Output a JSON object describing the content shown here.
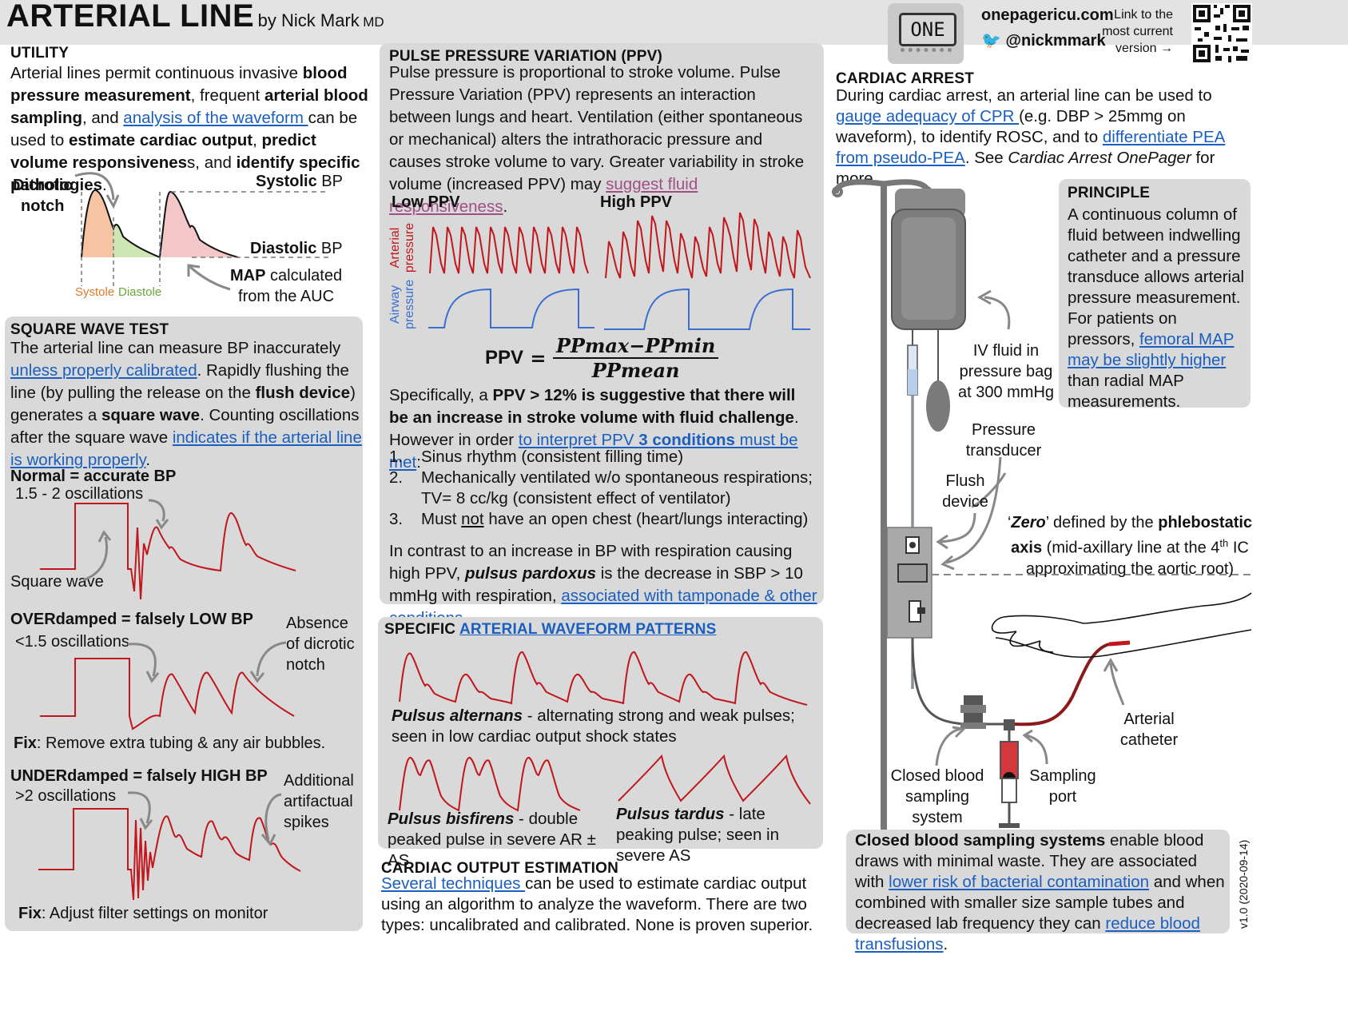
{
  "header": {
    "title": "ARTERIAL LINE",
    "byline": "by Nick Mark",
    "credential": "MD",
    "logo_text": "ONE",
    "site": "onepagericu.com",
    "twitter": "@nickmmark",
    "link_note": [
      "Link to the",
      "most current",
      "version →"
    ]
  },
  "utility": {
    "title": "UTILITY",
    "t1": "Arterial lines permit continuous invasive ",
    "b1": "blood pressure measurement",
    "t2": ", frequent ",
    "b2": "arterial blood sampling",
    "t3": ", and ",
    "link1": "analysis of the waveform ",
    "t4": "can be used to ",
    "b3": "estimate cardiac output",
    "t5": ", ",
    "b4": "predict volume responsivenes",
    "t6": "s, and ",
    "b5": "identify specific pathologies",
    "t7": ".",
    "dicrotic": [
      "Dicrotic",
      "notch"
    ],
    "systolic_b": "Systolic",
    "systolic_t": " BP",
    "diastolic_b": "Diastolic",
    "diastolic_t": " BP",
    "map_b": "MAP",
    "map_t": " calculated",
    "map_t2": "from the AUC",
    "systole": "Systole",
    "diastole": "Diastole"
  },
  "square_wave": {
    "title": "SQUARE WAVE TEST",
    "p1": "The arterial line can measure BP inaccurately ",
    "link1": "unless properly calibrated",
    "p2": ". Rapidly flushing the line (by pulling the release on the ",
    "b1": "flush device",
    "p3": ") generates a ",
    "b2": "square wave",
    "p4": ". Counting oscillations after the square wave ",
    "link2": "indicates if the arterial line is working properly",
    "p5": ".",
    "normal": "Normal = accurate BP",
    "normal_osc": "1.5 - 2 oscillations",
    "square_wave_lbl": "Square wave",
    "over": "OVERdamped = falsely LOW BP",
    "over_osc": "<1.5 oscillations",
    "over_note": [
      "Absence",
      "of dicrotic",
      "notch"
    ],
    "over_fix_b": "Fix",
    "over_fix": ": Remove extra tubing & any air bubbles.",
    "under": "UNDERdamped = falsely HIGH BP",
    "under_osc": ">2 oscillations",
    "under_note": [
      "Additional",
      "artifactual",
      "spikes"
    ],
    "under_fix_b": "Fix",
    "under_fix": ": Adjust filter settings on monitor"
  },
  "ppv": {
    "title": "PULSE PRESSURE VARIATION (PPV)",
    "p1": "Pulse pressure is proportional to stroke volume. Pulse Pressure Variation (PPV) represents an interaction between lungs and heart. Ventilation (either spontaneous or mechanical) alters the intrathoracic pressure and causes stroke volume to vary. Greater variability in stroke volume (increased PPV) may ",
    "link1": "suggest fluid responsiveness",
    "p1_end": ".",
    "low": "Low PPV",
    "high": "High PPV",
    "arterial_lbl": [
      "Arterial",
      "pressure"
    ],
    "airway_lbl": [
      "Airway",
      "pressure"
    ],
    "formula_lhs": "PPV",
    "formula_num": "PPmax−PPmin",
    "formula_den": "PPmean",
    "p2a": "Specifically, a ",
    "p2b": "PPV > 12% is suggestive that there will be an increase in stroke volume with fluid challenge",
    "p2c": ". However in order ",
    "link2a": "to interpret PPV ",
    "link2b": "3 conditions",
    "link2c": " must be met",
    "p2d": ":",
    "conditions": [
      {
        "n": "1.",
        "t": "Sinus rhythm (consistent filling time)"
      },
      {
        "n": "2.",
        "t": "Mechanically ventilated w/o spontaneous respirations; TV= 8 cc/kg (consistent effect of ventilator)"
      },
      {
        "n": "3.",
        "t1": "Must ",
        "u": "not",
        "t2": " have an open chest (heart/lungs interacting)"
      }
    ],
    "p3a": "In contrast to an increase in BP with respiration causing high PPV, ",
    "p3b": "pulsus pardoxus",
    "p3c": " is the decrease in SBP > 10 mmHg with respiration, ",
    "link3": "associated with tamponade & other conditions",
    "p3d": "."
  },
  "patterns": {
    "title_a": "SPECIFIC ",
    "title_link": "ARTERIAL  WAVEFORM PATTERNS",
    "alternans_b": "Pulsus alternans",
    "alternans_t": "  - alternating strong and weak pulses; seen in low cardiac output shock states",
    "bisfiens_b": "Pulsus bisfirens",
    "bisfiens_t": "  - double peaked pulse in severe AR ± AS",
    "tardus_b": "Pulsus tardus",
    "tardus_t": "  - late peaking pulse; seen in severe AS"
  },
  "co": {
    "title": "CARDIAC OUTPUT ESTIMATION",
    "link1": "Several techniques ",
    "p1": "can be used to estimate cardiac output using an algorithm to analyze the waveform. There are two types: uncalibrated and calibrated. None is proven superior."
  },
  "cardiac_arrest": {
    "title": "CARDIAC ARREST",
    "p1": "During cardiac arrest, an arterial line can be used to ",
    "link1": "gauge adequacy of CPR ",
    "p2": "(e.g. DBP > 25mmg on waveform), to identify ROSC, and to ",
    "link2": "differentiate PEA from pseudo-PEA",
    "p3": ". See ",
    "i1": "Cardiac Arrest OnePager",
    "p4": " for more."
  },
  "principle": {
    "title": "PRINCIPLE",
    "p1": "A continuous column of fluid between indwelling catheter and a pressure transduce allows arterial pressure measurement. For patients on pressors, ",
    "link1": "femoral MAP may be slightly higher ",
    "p2": "than radial MAP measurements."
  },
  "diagram": {
    "iv_fluid": [
      "IV fluid in",
      "pressure bag",
      "at 300 mmHg"
    ],
    "transducer": [
      "Pressure",
      "transducer"
    ],
    "flush": [
      "Flush",
      "device"
    ],
    "zero_a": "‘",
    "zero_i": "Zero",
    "zero_b": "’ defined by the ",
    "zero_bold": "phlebostatic",
    "zero_l2a": "axis",
    "zero_l2b": " (mid-axillary line at the 4",
    "zero_sup": "th",
    "zero_l2c": " IC",
    "zero_l3": "approximating the aortic root)",
    "arterial_catheter": [
      "Arterial",
      "catheter"
    ],
    "closed_system": [
      "Closed blood",
      "sampling",
      "system"
    ],
    "sampling_port": [
      "Sampling",
      "port"
    ]
  },
  "closed_sampling": {
    "b1": "Closed blood sampling systems",
    "p1": " enable blood draws with minimal waste. They are associated with ",
    "link1": "lower risk of bacterial contamination",
    "p2": " and when combined with smaller size sample tubes and decreased lab frequency they can ",
    "link2": "reduce blood transfusions",
    "p3": "."
  },
  "version": "v1.0 (2020-09-14)",
  "colors": {
    "panel": "#d9d9d9",
    "link": "#1a5fc0",
    "wave": "#c0161c",
    "airway": "#3a6fd0"
  }
}
